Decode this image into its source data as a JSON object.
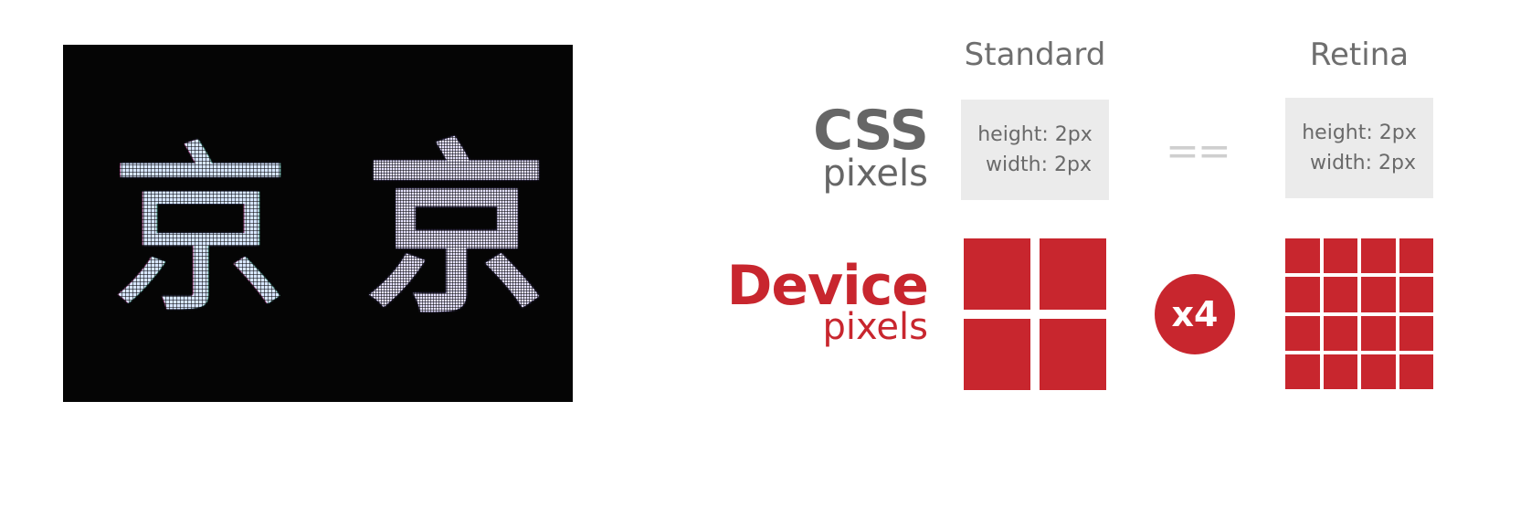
{
  "photo": {
    "glyph_standard": "京",
    "glyph_retina": "京"
  },
  "diagram": {
    "columns": {
      "standard": "Standard",
      "retina": "Retina"
    },
    "css_row": {
      "title": "CSS",
      "subtitle": "pixels",
      "standard_box": {
        "height": "height: 2px",
        "width": "width: 2px"
      },
      "retina_box": {
        "height": "height: 2px",
        "width": "width: 2px"
      },
      "equals": "=="
    },
    "device_row": {
      "title": "Device",
      "subtitle": "pixels",
      "multiplier": "x4",
      "standard_grid": 2,
      "retina_grid": 4
    },
    "colors": {
      "accent_red": "#c8262e",
      "gray_text": "#666666",
      "box_bg": "#ebebeb"
    }
  }
}
